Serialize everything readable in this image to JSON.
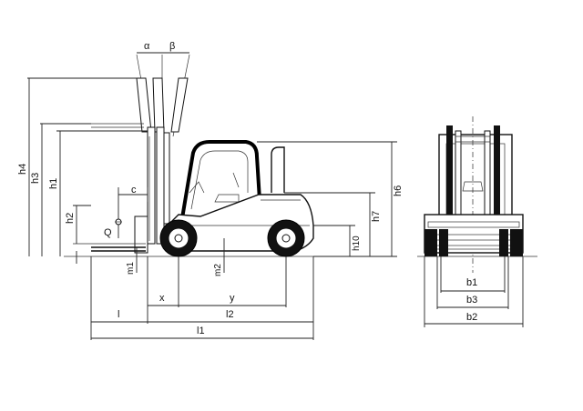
{
  "labels": {
    "alpha": "α",
    "beta": "β",
    "h4": "h4",
    "h3": "h3",
    "h1": "h1",
    "h2": "h2",
    "c": "c",
    "Q": "Q",
    "m1": "m1",
    "m2": "m2",
    "x": "x",
    "y": "y",
    "l": "l",
    "l2": "l2",
    "l1": "l1",
    "h6": "h6",
    "h7": "h7",
    "h10": "h10",
    "b1": "b1",
    "b3": "b3",
    "b2": "b2"
  }
}
